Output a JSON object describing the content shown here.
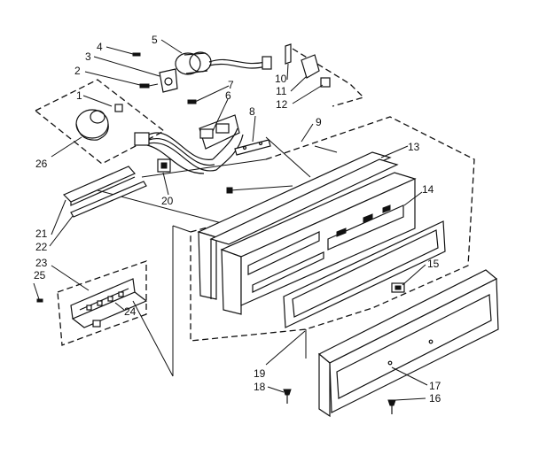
{
  "diagram": {
    "colors": {
      "ink": "#111111",
      "background": "#ffffff"
    },
    "callouts": [
      {
        "id": "c1",
        "label": "1"
      },
      {
        "id": "c2",
        "label": "2"
      },
      {
        "id": "c3",
        "label": "3"
      },
      {
        "id": "c4",
        "label": "4"
      },
      {
        "id": "c5",
        "label": "5"
      },
      {
        "id": "c6",
        "label": "6"
      },
      {
        "id": "c7",
        "label": "7"
      },
      {
        "id": "c8",
        "label": "8"
      },
      {
        "id": "c9",
        "label": "9"
      },
      {
        "id": "c10",
        "label": "10"
      },
      {
        "id": "c11",
        "label": "11"
      },
      {
        "id": "c12",
        "label": "12"
      },
      {
        "id": "c13",
        "label": "13"
      },
      {
        "id": "c14",
        "label": "14"
      },
      {
        "id": "c15",
        "label": "15"
      },
      {
        "id": "c16",
        "label": "16"
      },
      {
        "id": "c17",
        "label": "17"
      },
      {
        "id": "c18",
        "label": "18"
      },
      {
        "id": "c19",
        "label": "19"
      },
      {
        "id": "c20",
        "label": "20"
      },
      {
        "id": "c21",
        "label": "21"
      },
      {
        "id": "c22",
        "label": "22"
      },
      {
        "id": "c23",
        "label": "23"
      },
      {
        "id": "c24",
        "label": "24"
      },
      {
        "id": "c25",
        "label": "25"
      },
      {
        "id": "c26",
        "label": "26"
      }
    ]
  }
}
